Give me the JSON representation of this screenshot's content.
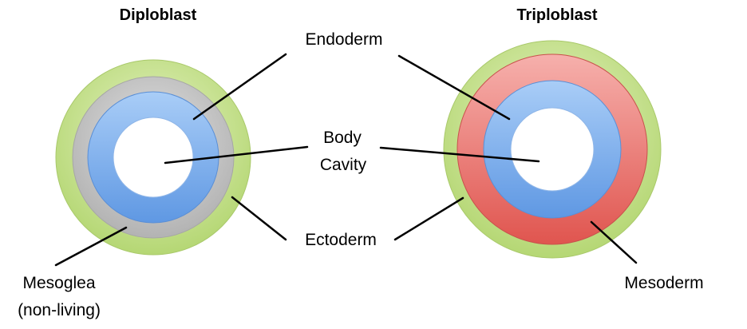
{
  "titles": {
    "diploblast": "Diploblast",
    "triploblast": "Triploblast"
  },
  "labels": {
    "endoderm": "Endoderm",
    "body_cavity_line1": "Body",
    "body_cavity_line2": "Cavity",
    "ectoderm": "Ectoderm",
    "mesoglea_line1": "Mesoglea",
    "mesoglea_line2": "(non-living)",
    "mesoderm": "Mesoderm"
  },
  "colors": {
    "ectoderm": "#c6e08a",
    "mesoglea": "#c4c4c4",
    "endoderm": "#7fb1ee",
    "mesoderm": "#ea6f6f",
    "body_cavity": "#ffffff",
    "leader_lines": "#000000"
  }
}
